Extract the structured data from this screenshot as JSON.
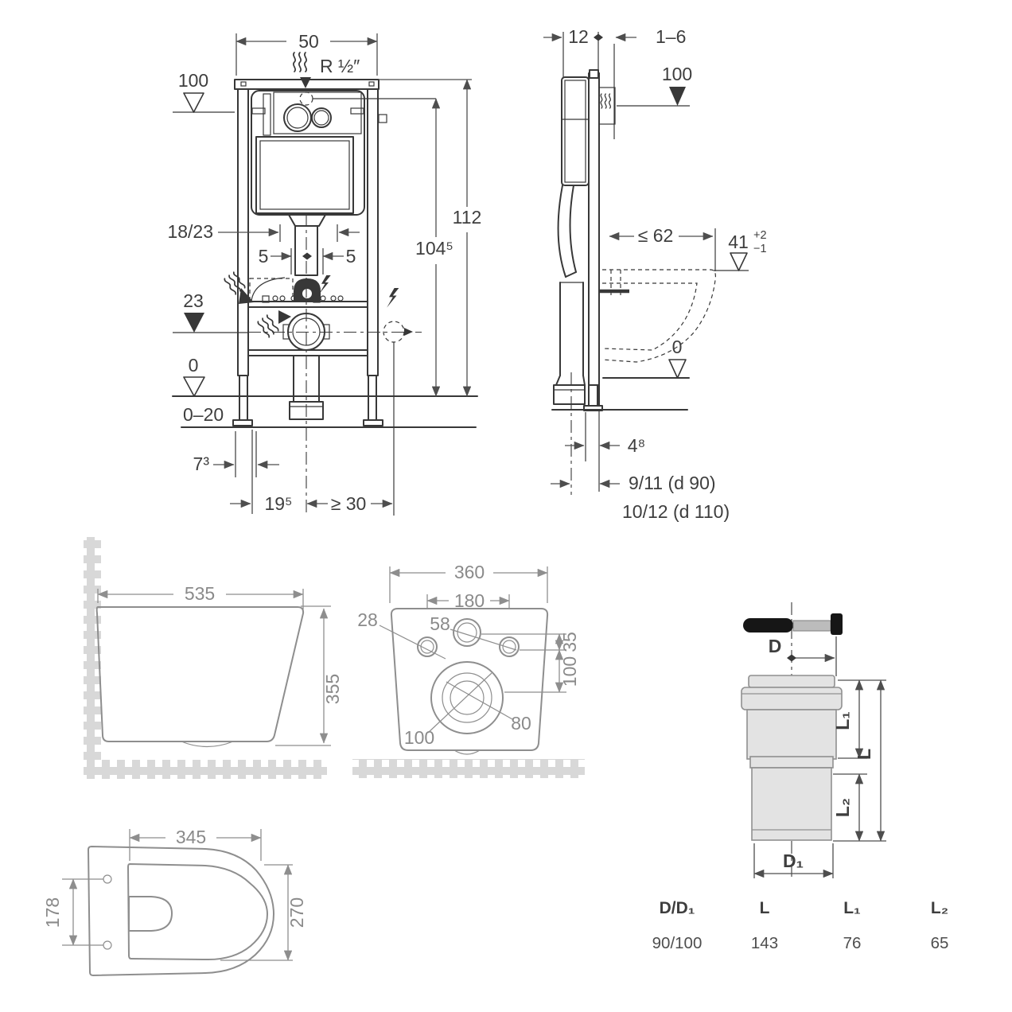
{
  "colors": {
    "line": "#383838",
    "dim": "#4e4e4e",
    "text": "#3e3e3e",
    "light_line": "#8e8e8e",
    "light_text": "#8a8a8a",
    "hatch": "#d8d8d8",
    "pipe_fill": "#e3e3e3",
    "pipe_line": "#909090",
    "seal": "#161616",
    "bg": "#ffffff"
  },
  "front": {
    "w50": "50",
    "supply": "R ½″",
    "lvl100": "100",
    "h112": "112",
    "h104": "104⁵",
    "r1823": "18/23",
    "five_l": "5",
    "five_r": "5",
    "lvl23": "23",
    "lvl0": "0",
    "r020": "0–20",
    "d7": "7³",
    "d19": "19⁵",
    "d30": "≥ 30"
  },
  "side": {
    "d12": "12",
    "w16": "1–6",
    "lvl100": "100",
    "le62": "≤ 62",
    "h41": "41",
    "tp": "+2",
    "tm": "−1",
    "lvl0": "0",
    "d48": "4⁸",
    "o90": "9/11 (d 90)",
    "o110": "10/12 (d 110)"
  },
  "bowl_side": {
    "w": "535",
    "h": "355"
  },
  "bowl_rear": {
    "w": "360",
    "span": "180",
    "hole": "28",
    "inlet": "58",
    "d35": "35",
    "d100": "100",
    "out80": "80",
    "out100": "100"
  },
  "seat": {
    "w": "345",
    "span": "178",
    "d": "270"
  },
  "pipe": {
    "d": "D",
    "d1": "D₁",
    "l": "L",
    "l1": "L₁",
    "l2": "L₂"
  },
  "table": {
    "headers": [
      "D/D₁",
      "L",
      "L₁",
      "L₂"
    ],
    "values": [
      "90/100",
      "143",
      "76",
      "65"
    ]
  }
}
